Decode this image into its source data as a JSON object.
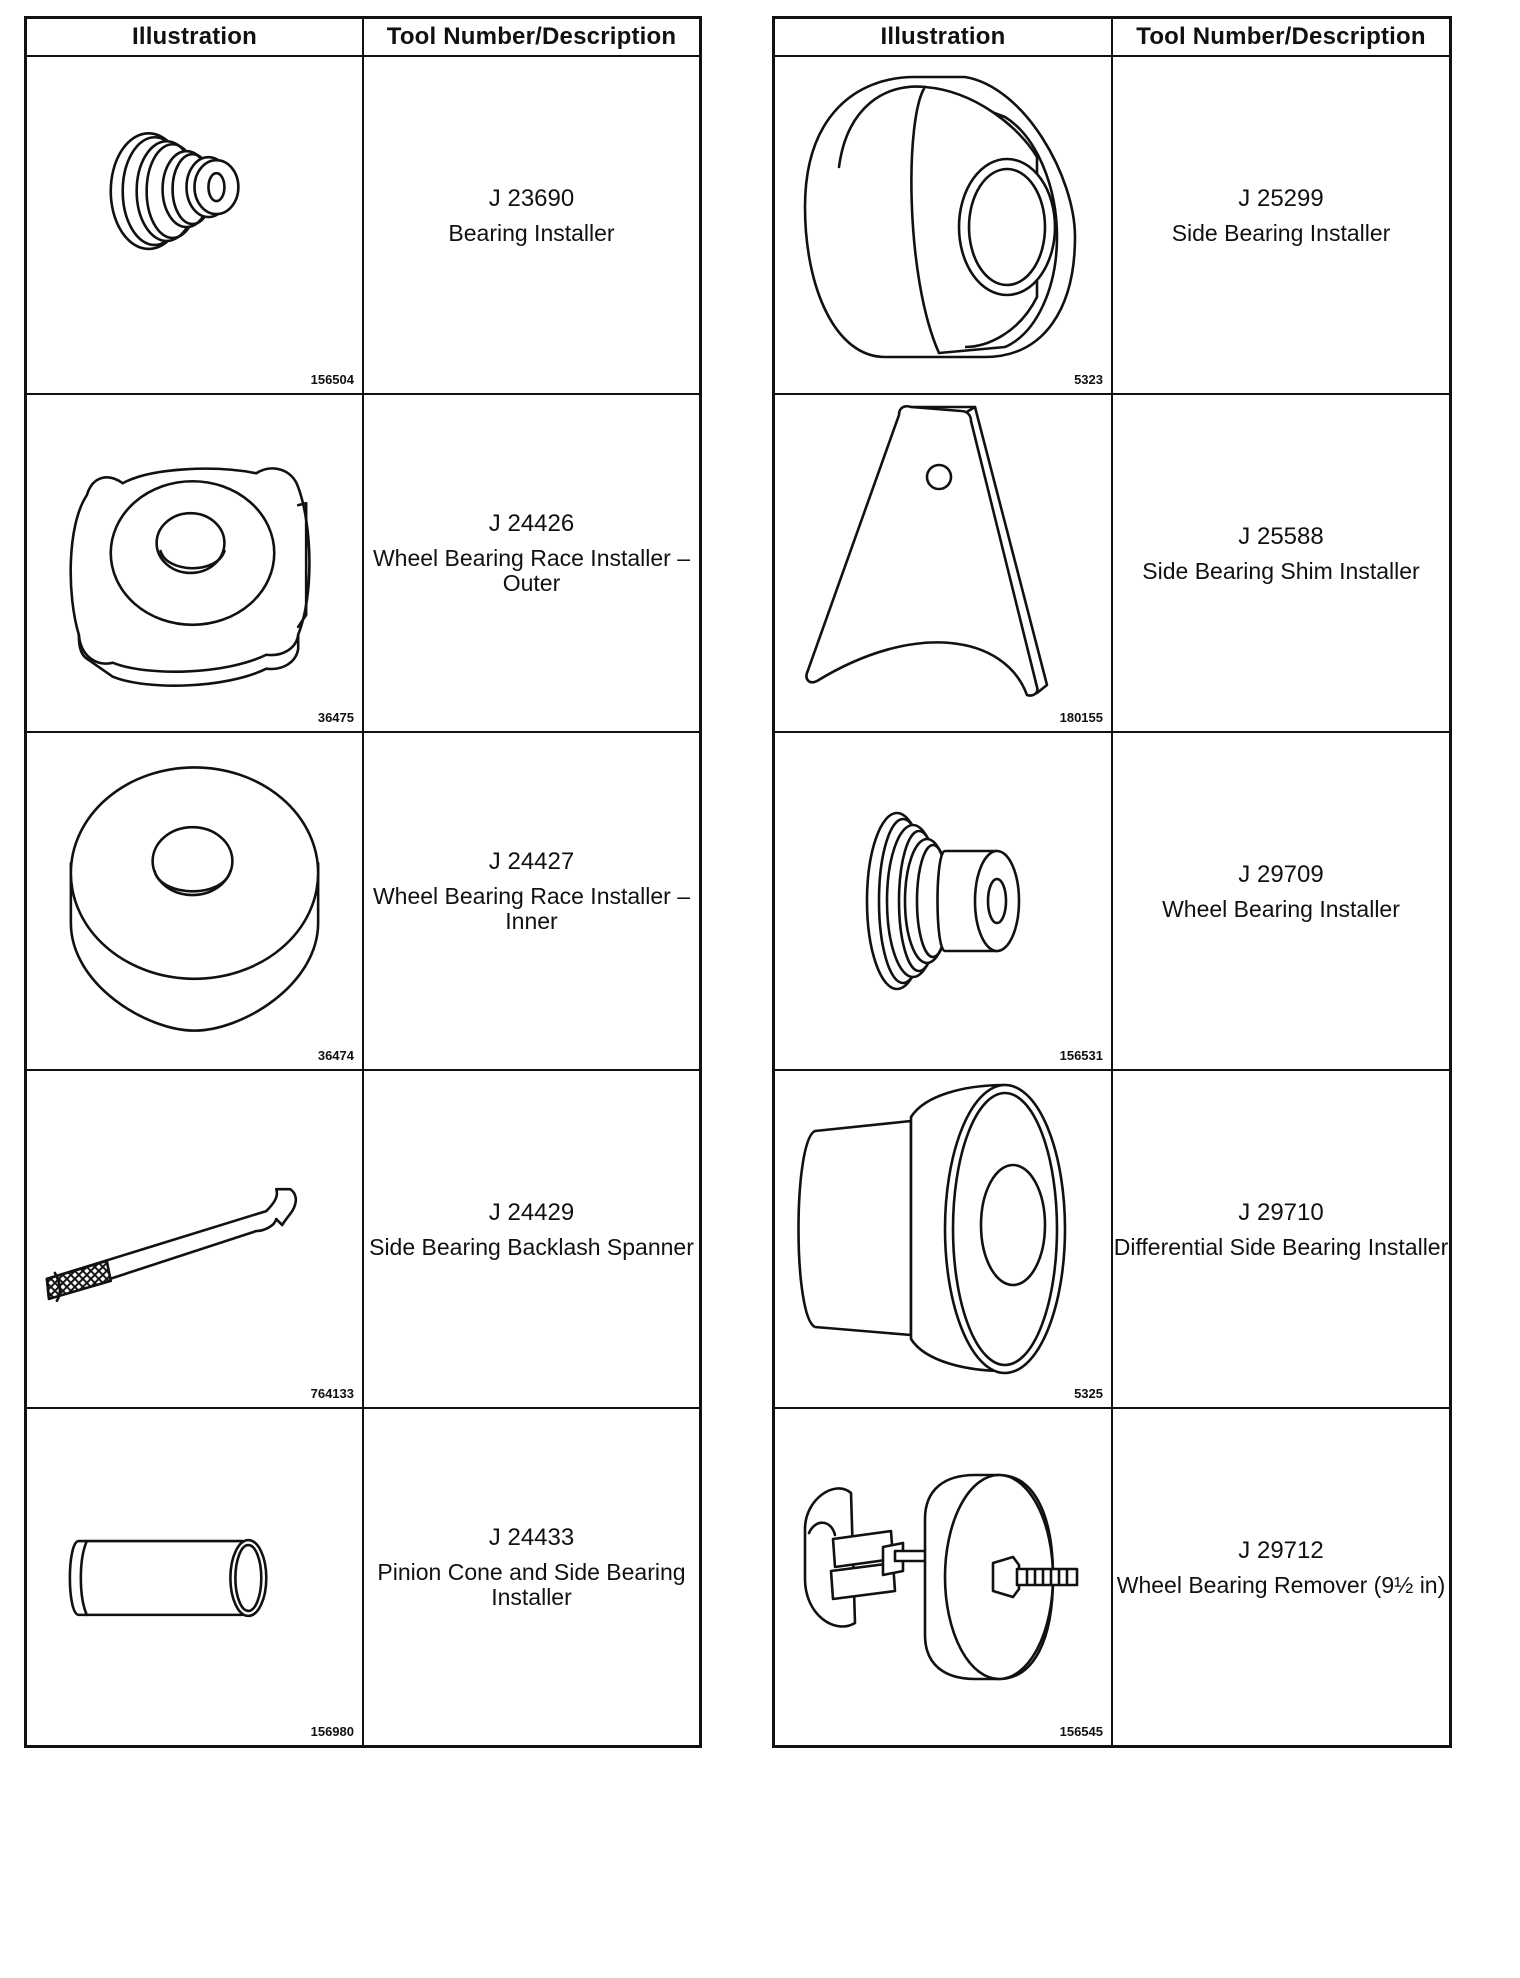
{
  "headers": {
    "illustration": "Illustration",
    "description": "Tool Number/Description"
  },
  "tools": [
    {
      "number": "J 23690",
      "description": "Bearing Installer",
      "figure": "156504",
      "icon": "stepped-bearing-installer-icon"
    },
    {
      "number": "J 24426",
      "description": "Wheel Bearing Race Installer – Outer",
      "figure": "36475",
      "icon": "lobed-race-installer-icon"
    },
    {
      "number": "J 24427",
      "description": "Wheel Bearing Race Installer – Inner",
      "figure": "36474",
      "icon": "disc-race-installer-icon"
    },
    {
      "number": "J 24429",
      "description": "Side Bearing Backlash Spanner",
      "figure": "764133",
      "icon": "spanner-icon"
    },
    {
      "number": "J 24433",
      "description": "Pinion Cone and Side Bearing Installer",
      "figure": "156980",
      "icon": "tube-installer-icon"
    },
    {
      "number": "J 25299",
      "description": "Side Bearing Installer",
      "figure": "5323",
      "icon": "cone-installer-icon"
    },
    {
      "number": "J 25588",
      "description": "Side Bearing Shim Installer",
      "figure": "180155",
      "icon": "shim-installer-plate-icon"
    },
    {
      "number": "J 29709",
      "description": "Wheel Bearing Installer",
      "figure": "156531",
      "icon": "stepped-wheel-bearing-installer-icon"
    },
    {
      "number": "J 29710",
      "description": "Differential Side Bearing Installer",
      "figure": "5325",
      "icon": "cylinder-installer-icon"
    },
    {
      "number": "J 29712",
      "description": "Wheel Bearing Remover (9½ in)",
      "figure": "156545",
      "icon": "bearing-remover-icon"
    }
  ]
}
